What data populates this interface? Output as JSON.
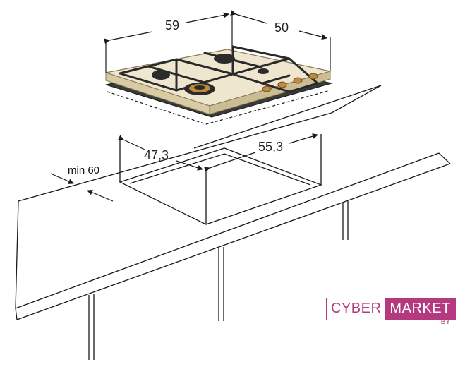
{
  "dimensions": {
    "width": "59",
    "depth": "50",
    "cutout_depth": "47,3",
    "cutout_width": "55,3",
    "min_distance": "min 60"
  },
  "logo": {
    "part1": "CYBER",
    "part2": "MARKET",
    "suffix": ".BY",
    "colors": {
      "brand": "#b4397e",
      "text_light": "#ffffff"
    }
  },
  "colors": {
    "line": "#1a1a1a",
    "hob_surface": "#efe6cf",
    "hob_edge": "#c9b88a",
    "burner": "#2b2b2b",
    "brass": "#c08a3c"
  }
}
